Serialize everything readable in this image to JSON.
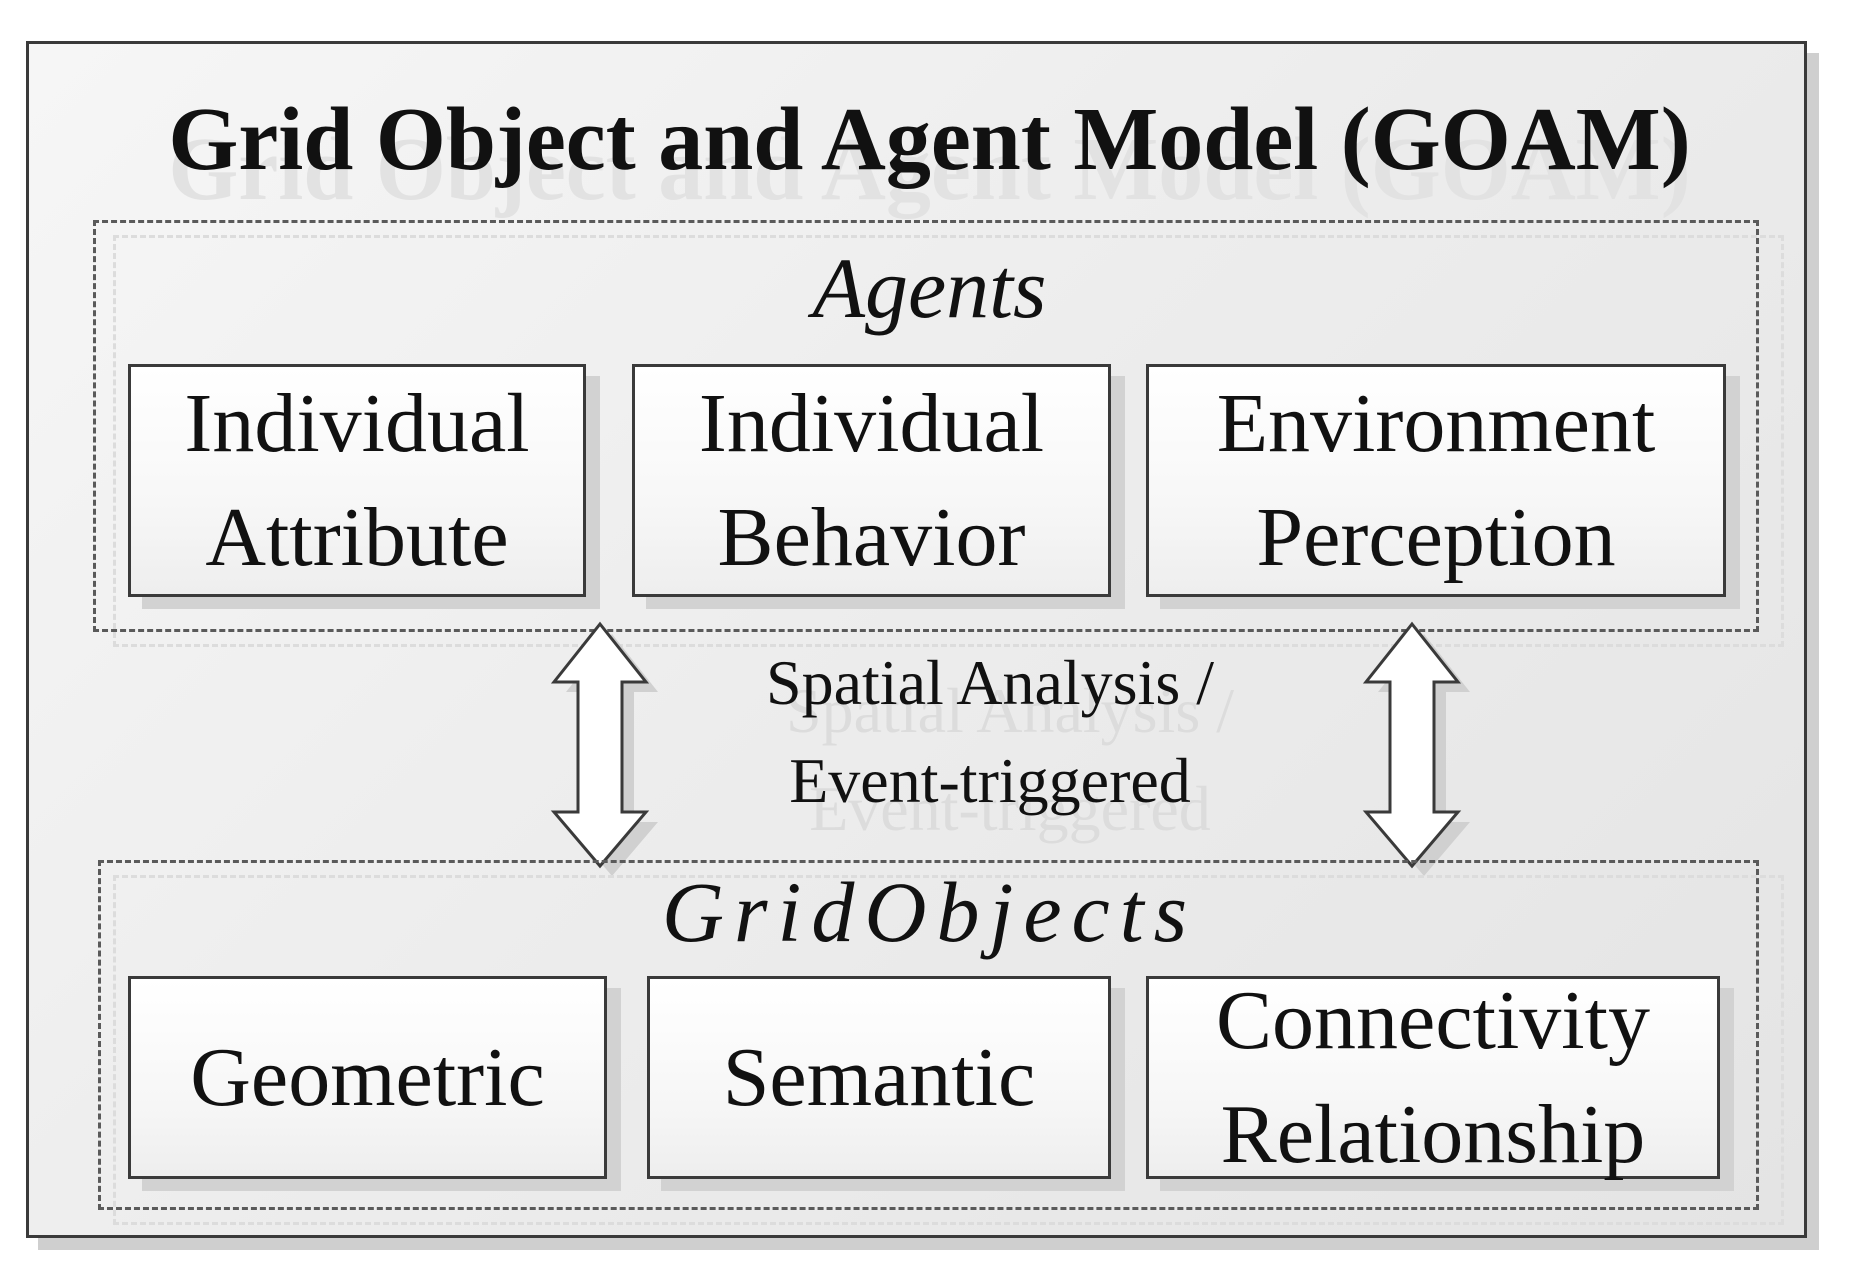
{
  "diagram": {
    "title": "Grid Object and Agent Model (GOAM)",
    "agents": {
      "heading": "Agents",
      "boxes": [
        {
          "label": "Individual\nAttribute"
        },
        {
          "label": "Individual\nBehavior"
        },
        {
          "label": "Environment\nPerception"
        }
      ]
    },
    "connector": {
      "line1": "Spatial Analysis /",
      "line2": "Event-triggered"
    },
    "grid_objects": {
      "heading": "GridObjects",
      "boxes": [
        {
          "label": "Geometric"
        },
        {
          "label": "Semantic"
        },
        {
          "label": "Connectivity\nRelationship"
        }
      ]
    }
  },
  "colors": {
    "frame_border": "#3a3a3a",
    "frame_fill": "#ededed",
    "box_fill": "#ffffff",
    "shadow": "#d2d2d2",
    "text": "#111111"
  }
}
